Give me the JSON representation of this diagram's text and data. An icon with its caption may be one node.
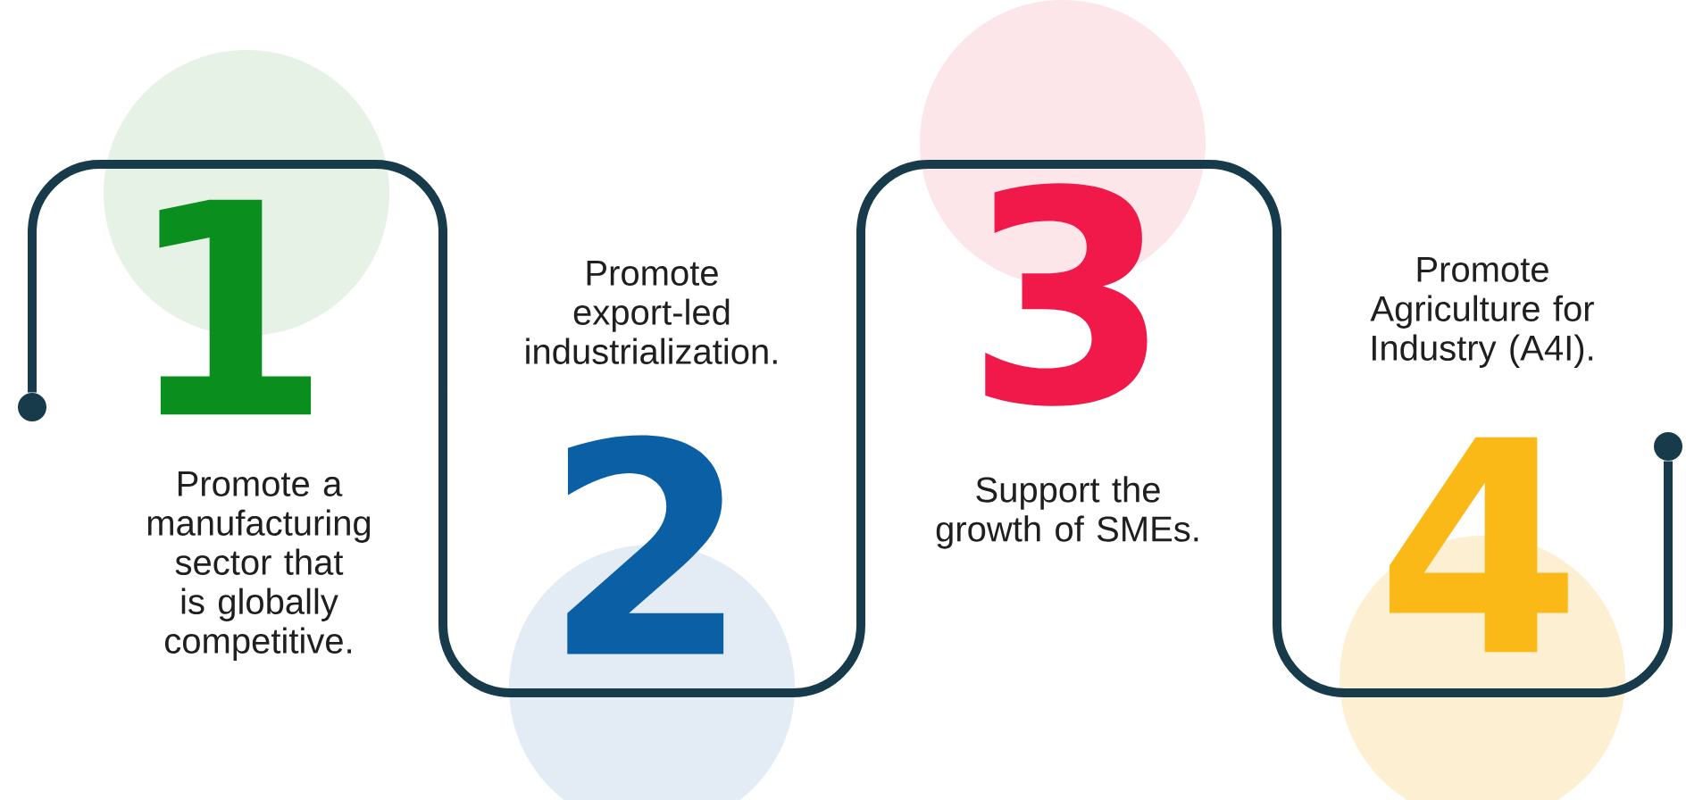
{
  "diagram": {
    "nodes": [
      {
        "text": [
          "1",
          "Promote a manufacturing sector that is globally competitive."
        ]
      },
      {
        "text": [
          "Promote export-led industrialization.",
          "2"
        ]
      },
      {
        "text": [
          "3",
          "Support the growth of SMEs."
        ]
      },
      {
        "text": [
          "Promote Agriculture for Industry (A4I).",
          "4"
        ]
      },
      {
        "text": [],
        "shape": "circle"
      },
      {
        "text": [],
        "shape": "circle"
      }
    ],
    "edges": [
      {
        "from": 4,
        "to": 5,
        "arrow": "none"
      }
    ]
  }
}
